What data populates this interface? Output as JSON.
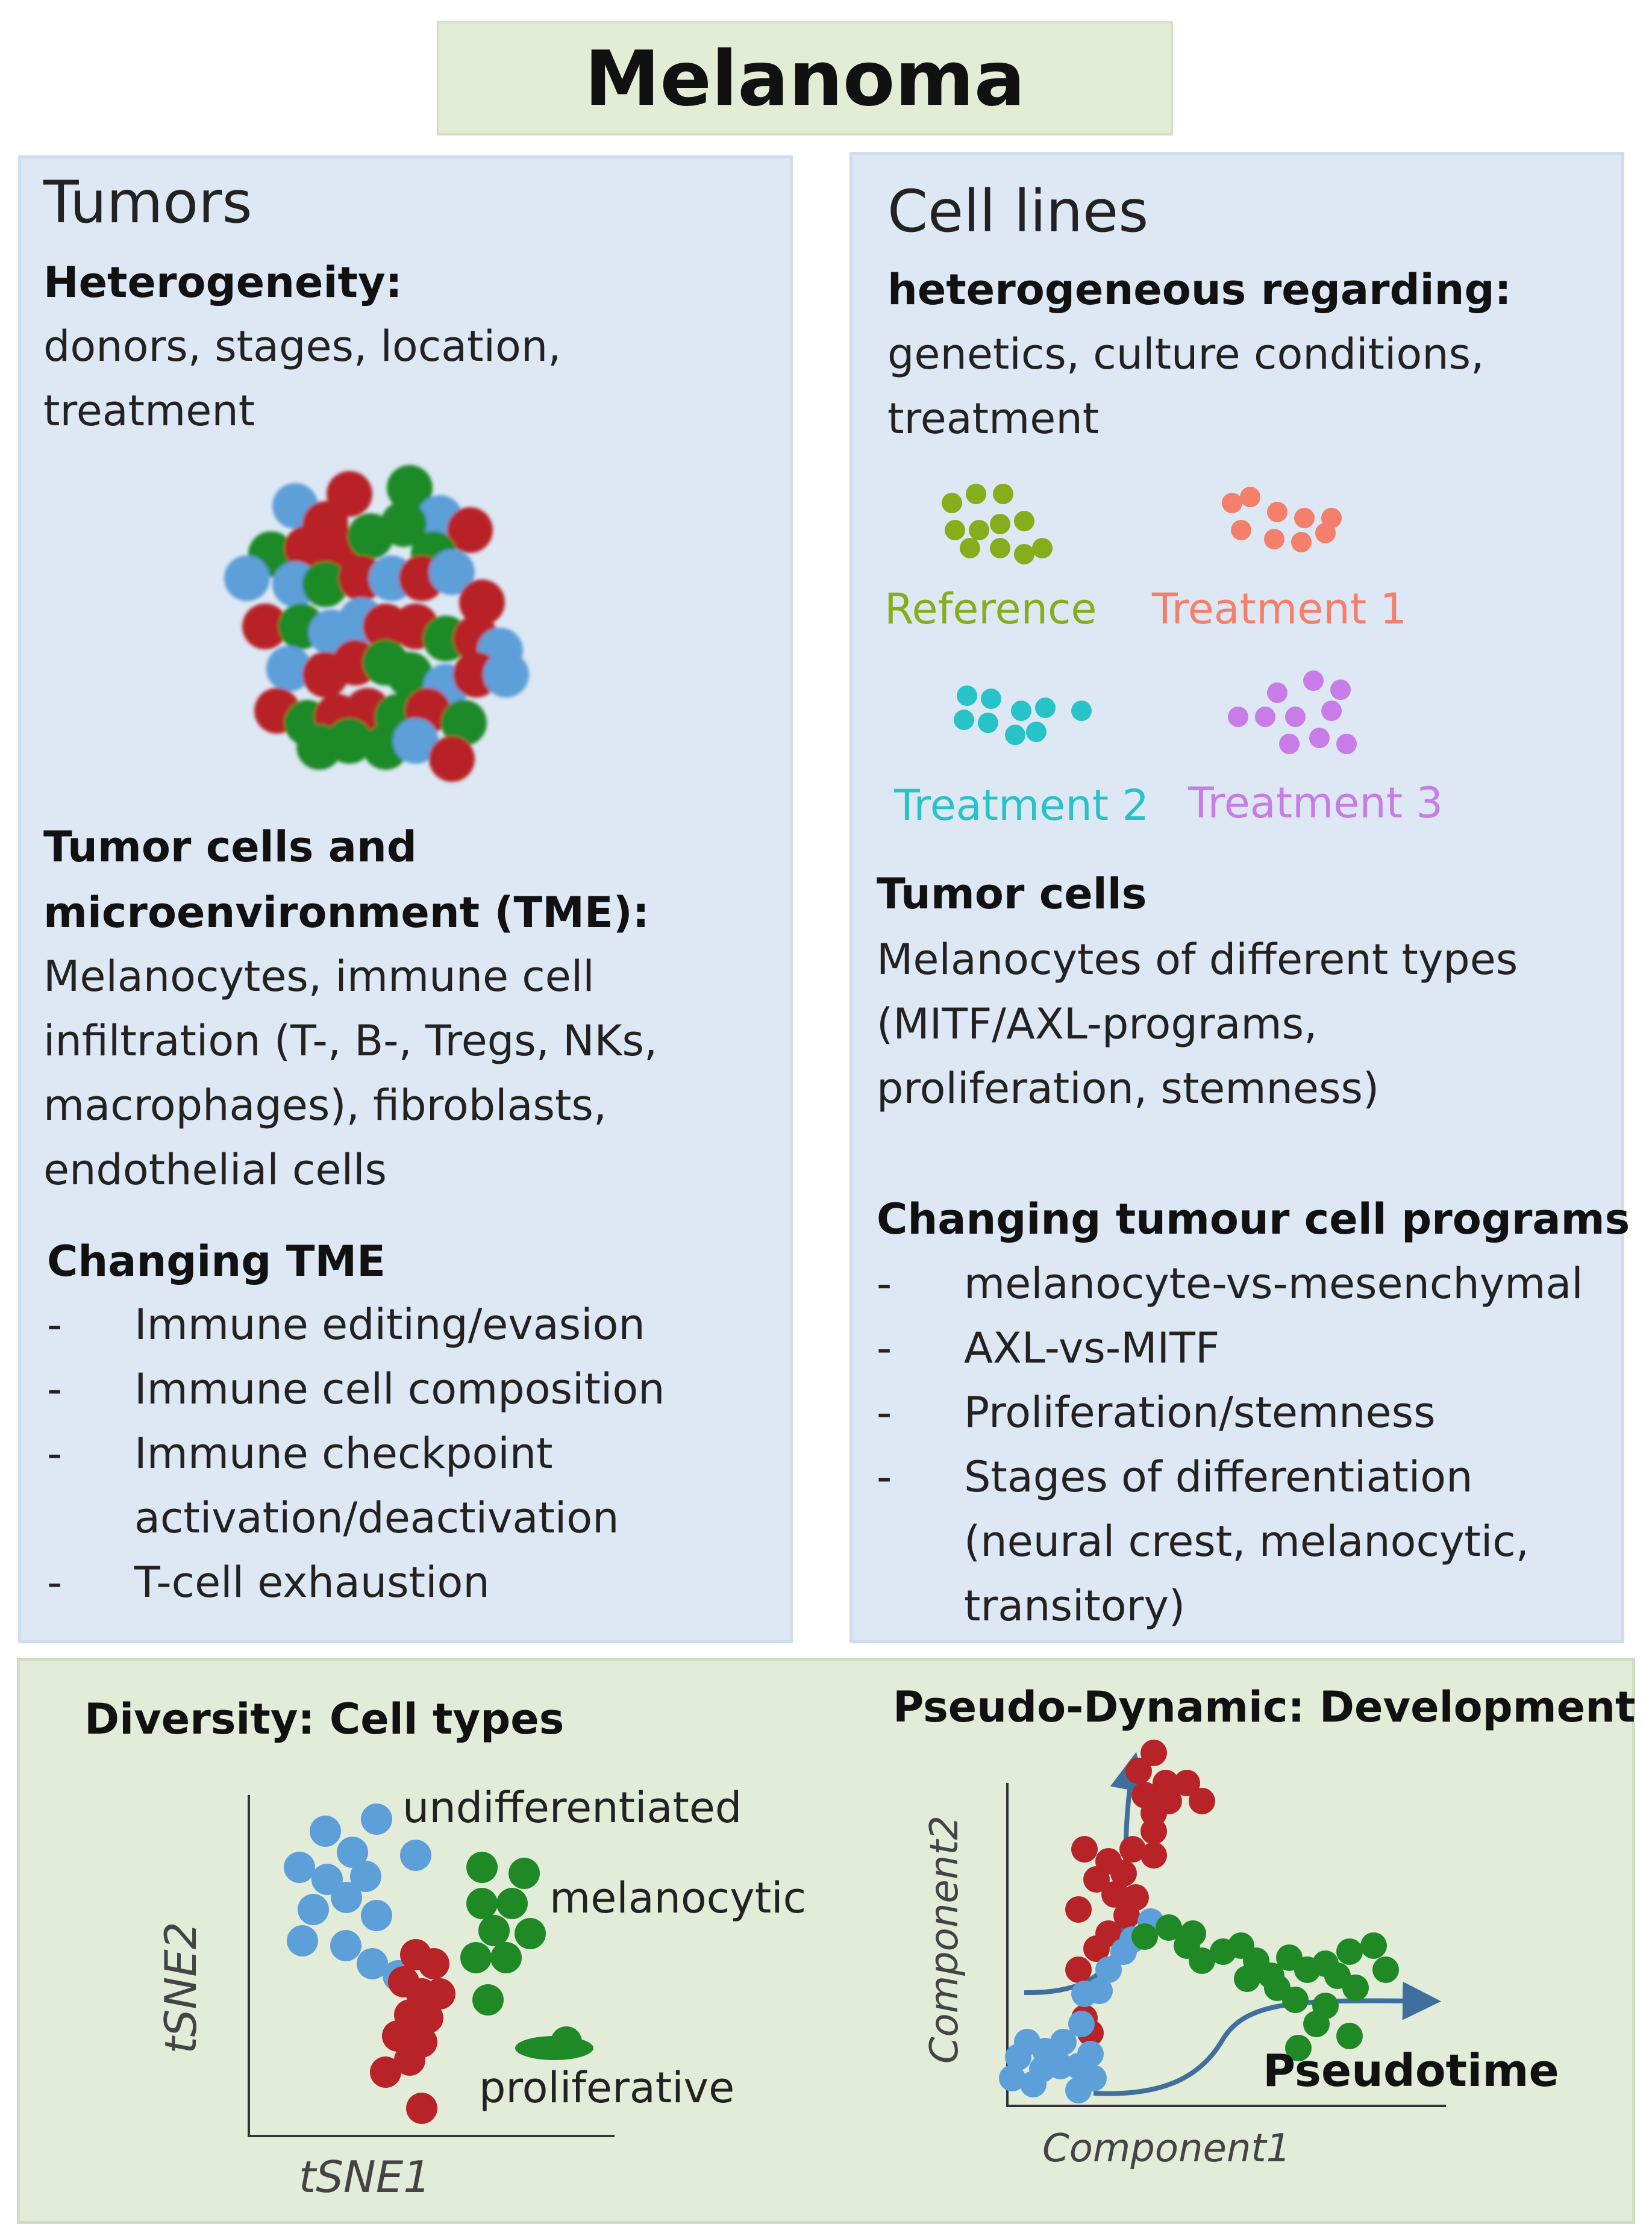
{
  "title": "Melanoma",
  "tumors": {
    "heading": "Tumors",
    "heterogeneity_label": "Heterogeneity:",
    "heterogeneity_text": "donors, stages, location, treatment",
    "tme_heading": "Tumor cells and microenvironment (TME):",
    "tme_text": "Melanocytes, immune cell infiltration (T-, B-, Tregs, NKs, macrophages), fibroblasts, endothelial cells",
    "changing_heading": "Changing TME",
    "changing_items": [
      "Immune editing/evasion",
      "Immune cell composition",
      "Immune checkpoint activation/deactivation",
      "T-cell exhaustion"
    ]
  },
  "cell_lines": {
    "heading": "Cell lines",
    "heterogeneous_label": "heterogeneous regarding:",
    "heterogeneous_text": "genetics, culture conditions, treatment",
    "groups": [
      {
        "label": "Reference",
        "color": "#86ad1c"
      },
      {
        "label": "Treatment 1",
        "color": "#f47f6a"
      },
      {
        "label": "Treatment 2",
        "color": "#27c3c8"
      },
      {
        "label": "Treatment 3",
        "color": "#c77ce8"
      }
    ],
    "tumor_cells_heading": "Tumor cells",
    "tumor_cells_text": "Melanocytes of different types (MITF/AXL-programs, proliferation, stemness)",
    "changing_heading": "Changing tumour cell programs",
    "changing_items": [
      "melanocyte-vs-mesenchymal",
      "AXL-vs-MITF",
      "Proliferation/stemness",
      "Stages of differentiation (neural crest, melanocytic, transitory)"
    ]
  },
  "diversity": {
    "heading": "Diversity: Cell types",
    "xlabel": "tSNE1",
    "ylabel": "tSNE2",
    "labels": [
      "undifferentiated",
      "melanocytic",
      "proliferative"
    ]
  },
  "pseudo": {
    "heading": "Pseudo-Dynamic: Development",
    "xlabel": "Component1",
    "ylabel": "Component2",
    "arrow_label": "Pseudotime"
  },
  "colors": {
    "red": "#b82328",
    "green": "#1f8a25",
    "blue": "#5d9fd9",
    "arrow": "#3f6f9d"
  }
}
